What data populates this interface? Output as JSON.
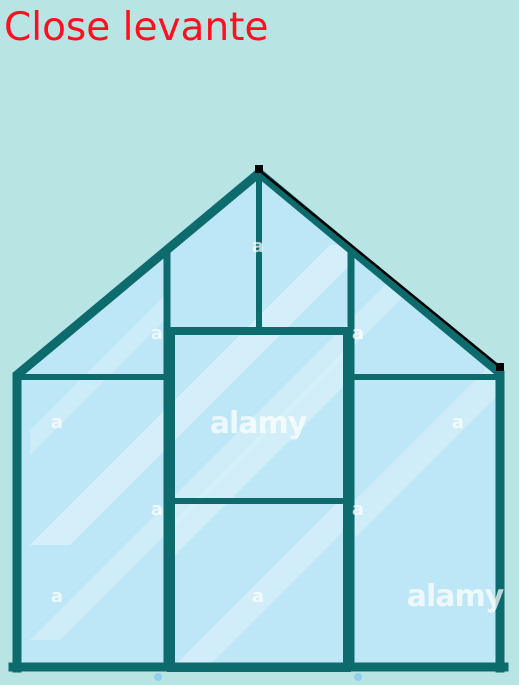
{
  "title": "Close levante",
  "watermark": {
    "brand": "alamy",
    "small": "a"
  },
  "colors": {
    "background": "#b8e4e4",
    "title": "#ff1020",
    "frame": "#0e6b6d",
    "glass": "#bde6f6",
    "glass_highlight": "#dcf2fb",
    "glass_edge": "#8fd0ec",
    "annotation_line": "#000000"
  }
}
